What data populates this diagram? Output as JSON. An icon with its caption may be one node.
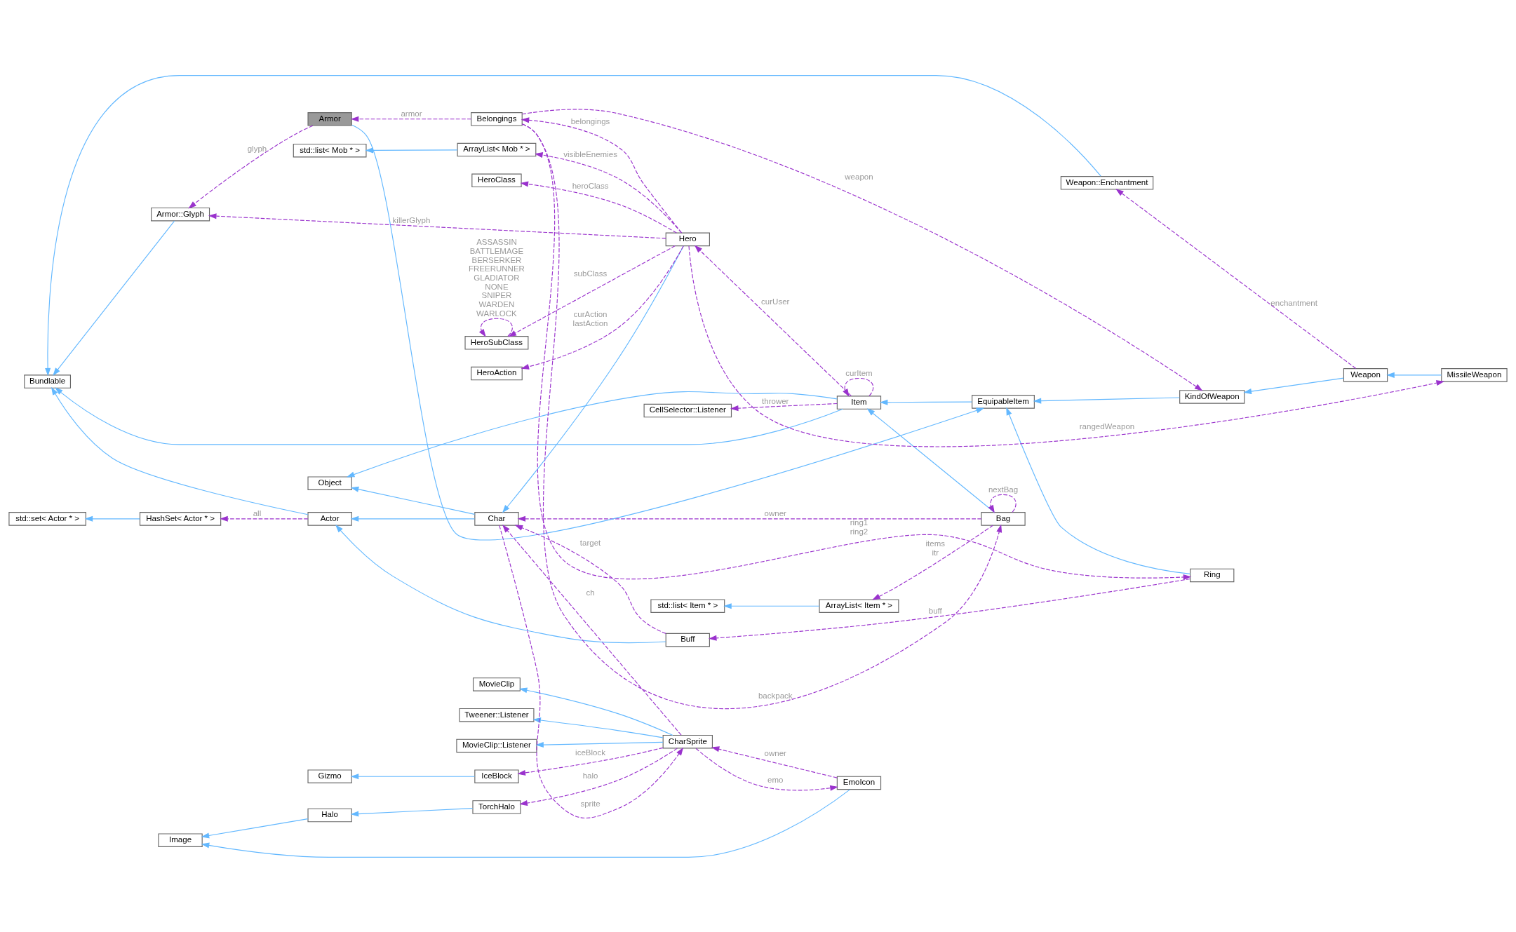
{
  "diagram": {
    "nodes": [
      {
        "text": [
          "Image"
        ]
      },
      {
        "text": [
          "MovieClip::Listener"
        ]
      },
      {
        "text": [
          "Gizmo"
        ]
      },
      {
        "text": [
          "IceBlock"
        ]
      },
      {
        "text": [
          "Halo"
        ]
      },
      {
        "text": [
          "TorchHalo"
        ]
      },
      {
        "text": [
          "MovieClip"
        ]
      },
      {
        "text": [
          "Tweener::Listener"
        ]
      },
      {
        "text": [
          "CharSprite"
        ]
      },
      {
        "text": [
          "EmoIcon"
        ]
      },
      {
        "text": [
          "Weapon::Enchantment"
        ]
      },
      {
        "text": [
          "std::list< Item * >"
        ]
      },
      {
        "text": [
          "ArrayList< Item * >"
        ]
      },
      {
        "text": [
          "Bundlable"
        ]
      },
      {
        "text": [
          "Object"
        ]
      },
      {
        "text": [
          "CellSelector::Listener"
        ]
      },
      {
        "text": [
          "Item"
        ]
      },
      {
        "text": [
          "Bag"
        ]
      },
      {
        "text": [
          "std::set< Actor * >"
        ]
      },
      {
        "text": [
          "HashSet< Actor * >"
        ]
      },
      {
        "text": [
          "Actor"
        ]
      },
      {
        "text": [
          "Char"
        ]
      },
      {
        "text": [
          "EquipableItem"
        ]
      },
      {
        "text": [
          "Armor::Glyph"
        ]
      },
      {
        "text": [
          "Armor"
        ]
      },
      {
        "text": [
          "Buff"
        ]
      },
      {
        "text": [
          "Ring"
        ]
      },
      {
        "text": [
          "Belongings"
        ]
      },
      {
        "text": [
          "KindOfWeapon"
        ]
      },
      {
        "text": [
          "Weapon"
        ]
      },
      {
        "text": [
          "MissileWeapon"
        ]
      },
      {
        "text": [
          "HeroAction"
        ]
      },
      {
        "text": [
          "Hero"
        ]
      },
      {
        "text": [
          "HeroClass"
        ]
      },
      {
        "text": [
          "std::list< Mob * >"
        ]
      },
      {
        "text": [
          "ArrayList< Mob * >"
        ]
      },
      {
        "text": [
          "HeroSubClass"
        ]
      }
    ],
    "edges": [
      {
        "from": 9,
        "to": 0,
        "arrow": "to",
        "color": "#63b8ff"
      },
      {
        "from": 4,
        "to": 0,
        "arrow": "to",
        "color": "#63b8ff"
      },
      {
        "from": 3,
        "to": 2,
        "arrow": "to",
        "color": "#63b8ff"
      },
      {
        "from": 5,
        "to": 4,
        "arrow": "to",
        "color": "#63b8ff"
      },
      {
        "from": 8,
        "to": 1,
        "arrow": "to",
        "color": "#63b8ff"
      },
      {
        "from": 8,
        "to": 6,
        "arrow": "to",
        "color": "#63b8ff"
      },
      {
        "from": 8,
        "to": 7,
        "arrow": "to",
        "color": "#63b8ff"
      },
      {
        "from": 10,
        "to": 13,
        "arrow": "to",
        "color": "#63b8ff"
      },
      {
        "from": 12,
        "to": 11,
        "arrow": "to",
        "color": "#63b8ff"
      },
      {
        "from": 16,
        "to": 13,
        "arrow": "to",
        "color": "#63b8ff"
      },
      {
        "from": 16,
        "to": 14,
        "arrow": "to",
        "color": "#63b8ff"
      },
      {
        "from": 17,
        "to": 16,
        "arrow": "to",
        "color": "#63b8ff"
      },
      {
        "from": 21,
        "to": 14,
        "arrow": "to",
        "color": "#63b8ff"
      },
      {
        "from": 21,
        "to": 20,
        "arrow": "to",
        "color": "#63b8ff"
      },
      {
        "from": 20,
        "to": 13,
        "arrow": "to",
        "color": "#63b8ff"
      },
      {
        "from": 19,
        "to": 18,
        "arrow": "to",
        "color": "#63b8ff"
      },
      {
        "from": 23,
        "to": 13,
        "arrow": "to",
        "color": "#63b8ff"
      },
      {
        "from": 24,
        "to": 22,
        "arrow": "to",
        "color": "#63b8ff"
      },
      {
        "from": 25,
        "to": 20,
        "arrow": "to",
        "color": "#63b8ff"
      },
      {
        "from": 22,
        "to": 16,
        "arrow": "to",
        "color": "#63b8ff"
      },
      {
        "from": 26,
        "to": 22,
        "arrow": "to",
        "color": "#63b8ff"
      },
      {
        "from": 28,
        "to": 22,
        "arrow": "to",
        "color": "#63b8ff"
      },
      {
        "from": 29,
        "to": 28,
        "arrow": "to",
        "color": "#63b8ff"
      },
      {
        "from": 30,
        "to": 29,
        "arrow": "to",
        "color": "#63b8ff"
      },
      {
        "from": 32,
        "to": 21,
        "arrow": "to",
        "color": "#63b8ff"
      },
      {
        "from": 35,
        "to": 34,
        "arrow": "to",
        "color": "#63b8ff"
      },
      {
        "from": 8,
        "to": 3,
        "arrow": "to",
        "label": "iceBlock",
        "style": "dashed"
      },
      {
        "from": 8,
        "to": 5,
        "arrow": "to",
        "label": "halo",
        "style": "dashed"
      },
      {
        "from": 8,
        "to": 9,
        "arrow": "to",
        "label": "emo",
        "style": "dashed"
      },
      {
        "from": 9,
        "to": 8,
        "arrow": "to",
        "label": "owner",
        "style": "dashed"
      },
      {
        "from": 8,
        "to": 21,
        "arrow": "to",
        "label": "ch",
        "style": "dashed"
      },
      {
        "from": 21,
        "to": 8,
        "arrow": "to",
        "label": "sprite",
        "style": "dashed"
      },
      {
        "from": 29,
        "to": 10,
        "arrow": "to",
        "label": "enchantment",
        "style": "dashed"
      },
      {
        "from": 17,
        "to": 12,
        "arrow": "to",
        "label": "items itr",
        "style": "dashed"
      },
      {
        "from": 16,
        "to": 16,
        "arrow": "to",
        "label": "curItem",
        "style": "dashed"
      },
      {
        "from": 17,
        "to": 17,
        "arrow": "to",
        "label": "nextBag",
        "style": "dashed"
      },
      {
        "from": 16,
        "to": 15,
        "arrow": "to",
        "label": "thrower",
        "style": "dashed"
      },
      {
        "from": 16,
        "to": 32,
        "arrow": "to",
        "label": "curUser",
        "style": "dashed"
      },
      {
        "from": 17,
        "to": 21,
        "arrow": "to",
        "label": "owner",
        "style": "dashed"
      },
      {
        "from": 25,
        "to": 21,
        "arrow": "to",
        "label": "target",
        "style": "dashed"
      },
      {
        "from": 20,
        "to": 19,
        "arrow": "to",
        "label": "all",
        "style": "dashed"
      },
      {
        "from": 24,
        "to": 23,
        "arrow": "to",
        "label": "glyph",
        "style": "dashed"
      },
      {
        "from": 27,
        "to": 24,
        "arrow": "to",
        "label": "armor",
        "style": "dashed"
      },
      {
        "from": 27,
        "to": 17,
        "arrow": "to",
        "label": "backpack",
        "style": "dashed"
      },
      {
        "from": 27,
        "to": 26,
        "arrow": "to",
        "label": "ring1 ring2",
        "style": "dashed"
      },
      {
        "from": 27,
        "to": 28,
        "arrow": "to",
        "label": "weapon",
        "style": "dashed"
      },
      {
        "from": 26,
        "to": 25,
        "arrow": "to",
        "label": "buff",
        "style": "dashed"
      },
      {
        "from": 32,
        "to": 27,
        "arrow": "to",
        "label": "belongings",
        "style": "dashed"
      },
      {
        "from": 32,
        "to": 31,
        "arrow": "to",
        "label": "curAction lastAction",
        "style": "dashed"
      },
      {
        "from": 32,
        "to": 33,
        "arrow": "to",
        "label": "heroClass",
        "style": "dashed"
      },
      {
        "from": 32,
        "to": 35,
        "arrow": "to",
        "label": "visibleEnemies",
        "style": "dashed"
      },
      {
        "from": 32,
        "to": 36,
        "arrow": "to",
        "label": "subClass",
        "style": "dashed"
      },
      {
        "from": 36,
        "to": 36,
        "arrow": "to",
        "label": "ASSASSIN BATTLEMAGE BERSERKER FREERUNNER GLADIATOR NONE SNIPER WARDEN WARLOCK",
        "style": "dashed"
      },
      {
        "from": 32,
        "to": 23,
        "arrow": "to",
        "label": "killerGlyph",
        "style": "dashed"
      },
      {
        "from": 32,
        "to": 30,
        "arrow": "to",
        "label": "rangedWeapon",
        "style": "dashed"
      }
    ]
  }
}
